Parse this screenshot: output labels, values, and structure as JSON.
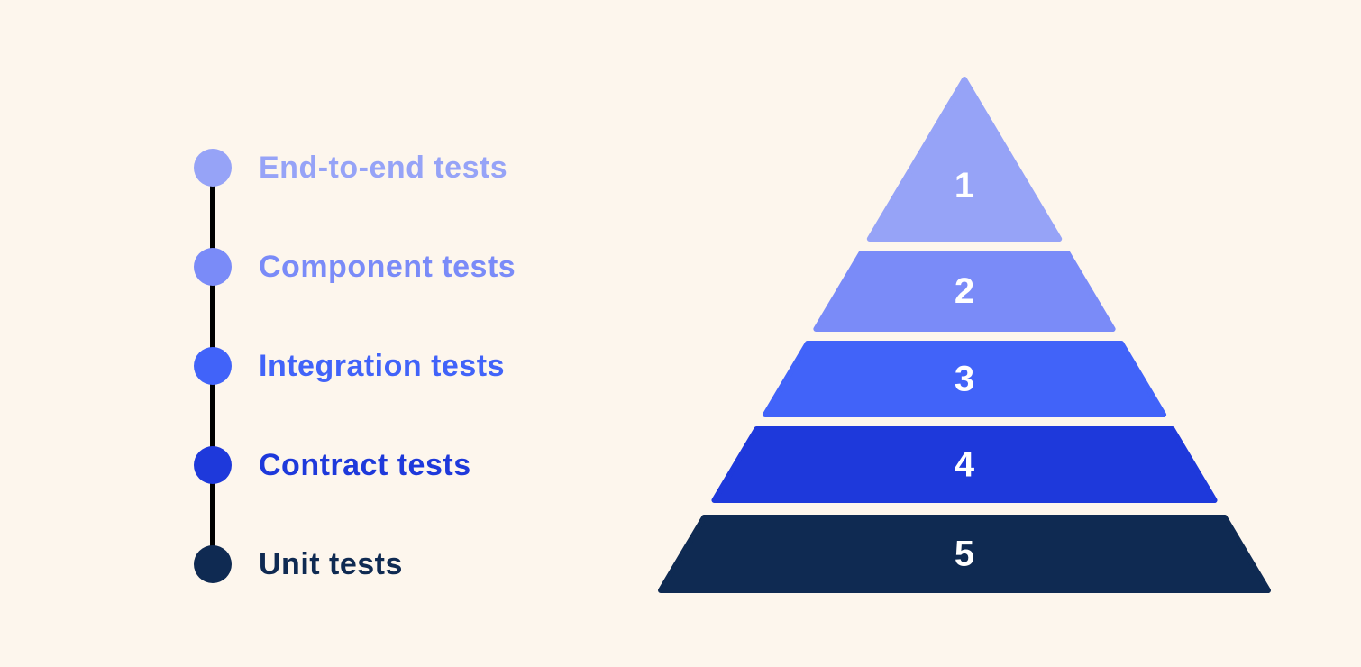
{
  "background_color": "#FDF6ED",
  "chart_data": {
    "type": "pyramid",
    "description": "Testing pyramid with 5 numbered levels, lightest at top to darkest at bottom",
    "levels": [
      {
        "rank": "1",
        "label": "End-to-end tests",
        "color": "#96A3F7"
      },
      {
        "rank": "2",
        "label": "Component tests",
        "color": "#7A8BF8"
      },
      {
        "rank": "3",
        "label": "Integration tests",
        "color": "#4163F9"
      },
      {
        "rank": "4",
        "label": "Contract tests",
        "color": "#1E39DB"
      },
      {
        "rank": "5",
        "label": "Unit tests",
        "color": "#0F2A52"
      }
    ],
    "number_text_color": "#FFFFFF",
    "connector_color": "#000000",
    "legend_position": "left"
  }
}
